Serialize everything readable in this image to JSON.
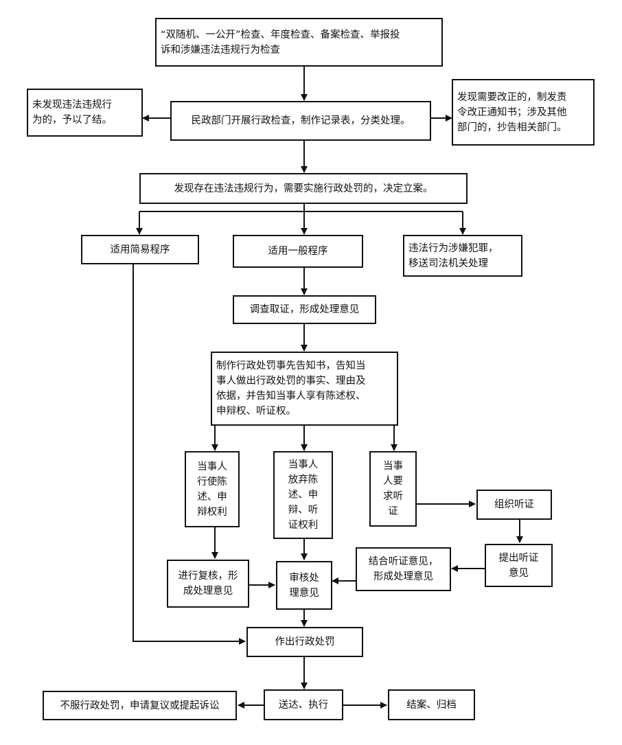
{
  "flow": {
    "n1": "“双随机、一公开”检查、年度检查、备案检查、举报投\n诉和涉嫌违法违规行为检查",
    "n2": "未发现违法违规行\n为的，予以了结。",
    "n3": "民政部门开展行政检查，制作记录表，分类处理。",
    "n4": "发现需要改正的，制发责\n令改正通知书；涉及其他\n部门的，抄告相关部门。",
    "n5": "发现存在违法违规行为，需要实施行政处罚的，决定立案。",
    "n6": "适用简易程序",
    "n7": "适用一般程序",
    "n8": "违法行为涉嫌犯罪，\n移送司法机关处理",
    "n9": "调查取证，形成处理意见",
    "n10": "制作行政处罚事先告知书，告知当\n事人做出行政处罚的事实、理由及\n依据，并告知当事人享有陈述权、\n申辩权、听证权。",
    "n11": "当事人\n行使陈\n述、申\n辩权利",
    "n12": "当事人\n放弃陈\n述、申\n辩、听\n证权利",
    "n13": "当事\n人要\n求听\n证",
    "n14": "组织听证",
    "n15": "提出听证\n意见",
    "n16": "结合听证意见，\n形成处理意见",
    "n17": "进行复核，形\n成处理意见",
    "n18": "审核处\n理意见",
    "n19": "作出行政处罚",
    "n20": "不服行政处罚，申请复议或提起诉讼",
    "n21": "送达、执行",
    "n22": "结案、归档"
  }
}
